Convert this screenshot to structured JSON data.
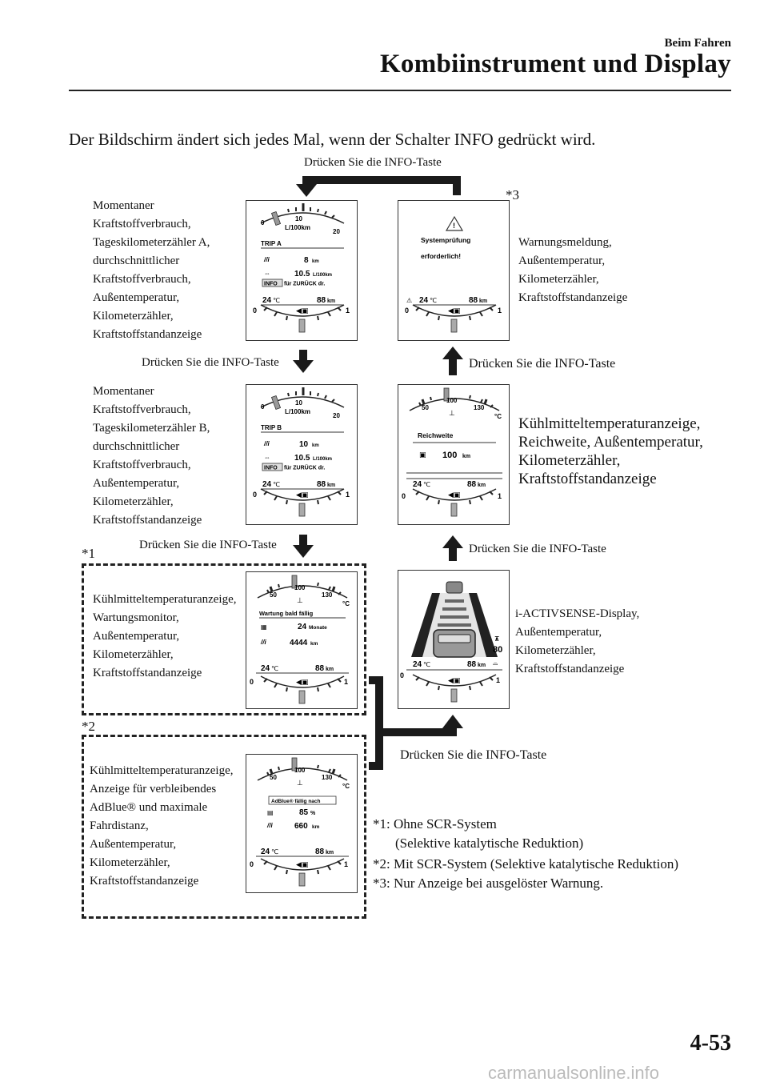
{
  "header": {
    "section": "Beim Fahren",
    "title": "Kombiinstrument und Display"
  },
  "intro": "Der Bildschirm ändert sich jedes Mal, wenn der Schalter INFO gedrückt wird.",
  "press_label": "Drücken Sie die INFO-Taste",
  "markers": {
    "m1": "*1",
    "m2": "*2",
    "m3": "*3"
  },
  "left_descs": {
    "trip_a": [
      "Momentaner",
      "Kraftstoffverbrauch,",
      "Tageskilometerzähler A,",
      "durchschnittlicher",
      "Kraftstoffverbrauch,",
      "Außentemperatur,",
      "Kilometerzähler,",
      "Kraftstoffstandanzeige"
    ],
    "trip_b": [
      "Momentaner",
      "Kraftstoffverbrauch,",
      "Tageskilometerzähler B,",
      "durchschnittlicher",
      "Kraftstoffverbrauch,",
      "Außentemperatur,",
      "Kilometerzähler,",
      "Kraftstoffstandanzeige"
    ],
    "maint": [
      "Kühlmitteltemperaturanzeige,",
      "Wartungsmonitor,",
      "Außentemperatur,",
      "Kilometerzähler,",
      "Kraftstoffstandanzeige"
    ],
    "adblue": [
      "Kühlmitteltemperaturanzeige,",
      "Anzeige für verbleibendes",
      "AdBlue® und maximale",
      "Fahrdistanz,",
      "Außentemperatur,",
      "Kilometerzähler,",
      "Kraftstoffstandanzeige"
    ]
  },
  "right_descs": {
    "warning": [
      "Warnungsmeldung,",
      "Außentemperatur,",
      "Kilometerzähler,",
      "Kraftstoffstandanzeige"
    ],
    "range": [
      "Kühlmitteltemperaturanzeige,",
      "Reichweite, Außentemperatur,",
      "Kilometerzähler,",
      "Kraftstoffstandanzeige"
    ],
    "activsense": [
      "i-ACTIVSENSE-Display,",
      "Außentemperatur,",
      "Kilometerzähler,",
      "Kraftstoffstandanzeige"
    ]
  },
  "panels": {
    "common": {
      "temp": "24",
      "deg": "℃",
      "odo": "88",
      "odo_unit": "km",
      "e": "0",
      "f": "1"
    },
    "fuel_gauge": {
      "low": "0",
      "mid": "10",
      "high": "20",
      "unit": "L/100km"
    },
    "coolant_gauge": {
      "t50": "50",
      "t100": "100",
      "t130": "130",
      "unit": "°C"
    },
    "trip_a": {
      "label": "TRIP A",
      "dist": "8",
      "dist_unit": "km",
      "avg": "10.5",
      "avg_unit": "L/100km",
      "info": "INFO",
      "info_text": "für ZURÜCK dr."
    },
    "trip_b": {
      "label": "TRIP B",
      "dist": "10",
      "dist_unit": "km",
      "avg": "10.5",
      "avg_unit": "L/100km",
      "info": "INFO",
      "info_text": "für ZURÜCK dr."
    },
    "warning": {
      "line1": "Systemprüfung",
      "line2": "erforderlich!"
    },
    "range": {
      "label": "Reichweite",
      "value": "100",
      "unit": "km"
    },
    "maint": {
      "label": "Wartung bald fällig",
      "months": "24",
      "months_unit": "Monate",
      "km": "4444",
      "km_unit": "km"
    },
    "adblue": {
      "label": "AdBlue® fällig nach",
      "pct": "85",
      "pct_unit": "%",
      "km": "660",
      "km_unit": "km"
    },
    "activsense": {
      "speed": "80"
    }
  },
  "footnotes": [
    "*1: Ohne SCR-System",
    "(Selektive katalytische Reduktion)",
    "*2: Mit SCR-System (Selektive katalytische Reduktion)",
    "*3: Nur Anzeige bei ausgelöster Warnung."
  ],
  "page_number": "4-53",
  "watermark": "carmanualsonline.info"
}
